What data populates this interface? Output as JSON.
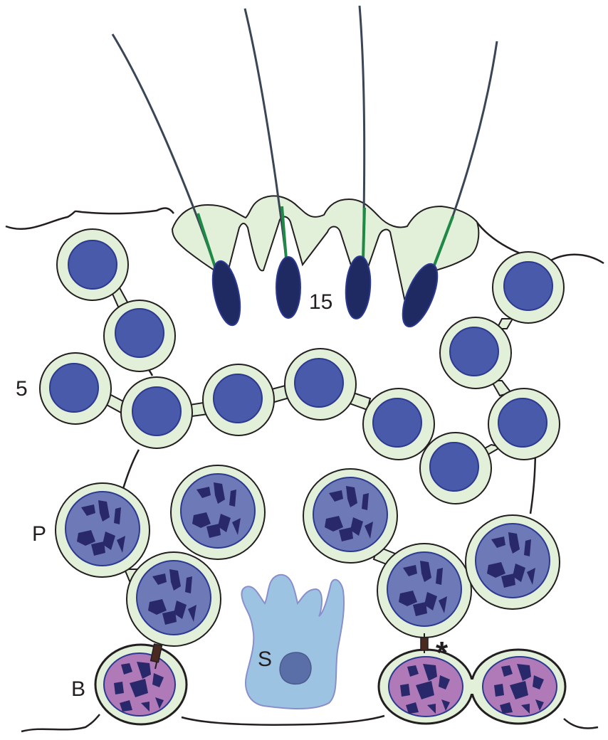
{
  "labels": {
    "cluster_15": "15",
    "cluster_5": "5",
    "primary": "P",
    "basal": "B",
    "sertoli": "S",
    "asterisk": "*"
  },
  "colors": {
    "cytoplasm": "#e2efd9",
    "outline": "#231f20",
    "round_nucleus": "#4a5aaa",
    "round_nucleus_border": "#2b3990",
    "primary_nucleus": "#6e79b8",
    "basal_nucleus": "#b07ab8",
    "chromatin": "#28286a",
    "sperm_head": "#1f2a63",
    "flagellum": "#3a4656",
    "midpiece": "#1f8a46",
    "sertoli_cell": "#9dc3e3",
    "sertoli_border": "#8a8fcc",
    "sertoli_nucleus": "#5a6fa8",
    "bridge": "#4a2a20"
  },
  "icons": [
    "flagellated-sperm",
    "round-spermatid",
    "primary-spermatocyte",
    "basal-spermatogonium",
    "sertoli-cell",
    "cytoplasmic-bridge"
  ]
}
